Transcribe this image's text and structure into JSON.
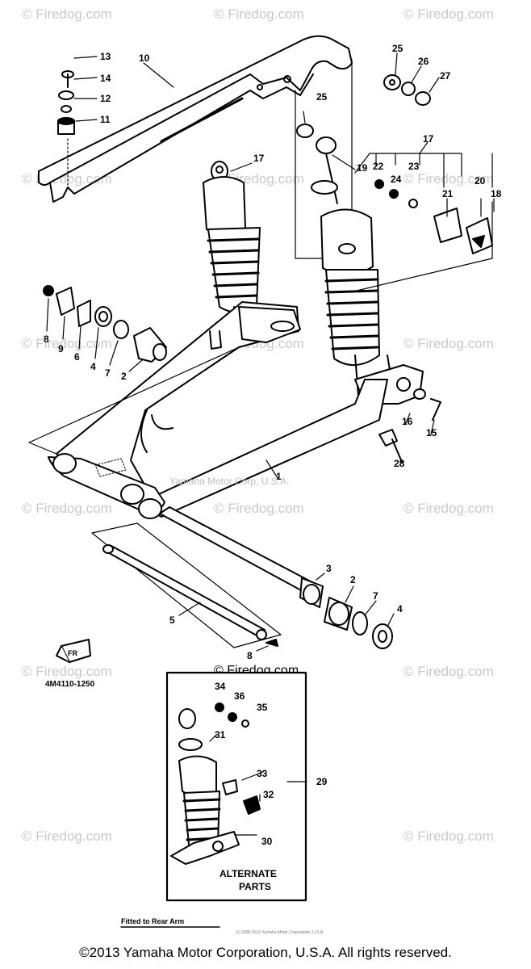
{
  "watermark_text": "© Firedog.com",
  "corp_watermark": "Yamaha Motor Corp, U.S.A.",
  "part_code": "4M4110-1250",
  "front_tag": "FR",
  "alternate_parts": [
    "ALTERNATE",
    "PARTS"
  ],
  "fitted_note": "Fitted to Rear Arm",
  "tiny_note": "(c) 2000-2013 Yamaha Motor Corporation, U.S.A.",
  "copyright": "©2013 Yamaha Motor Corporation, U.S.A. All rights reserved.",
  "callouts": {
    "c13": "13",
    "c14": "14",
    "c12": "12",
    "c11": "11",
    "c10": "10",
    "c25a": "25",
    "c26": "26",
    "c27": "27",
    "c25b": "25",
    "c17a": "17",
    "c17b": "17",
    "c19": "19",
    "c22": "22",
    "c24": "24",
    "c23": "23",
    "c21": "21",
    "c20": "20",
    "c18": "18",
    "c8a": "8",
    "c9": "9",
    "c6a": "6",
    "c4a": "4",
    "c7a": "7",
    "c2a": "2",
    "c16": "16",
    "c15": "15",
    "c28": "28",
    "c1": "1",
    "c3": "3",
    "c2b": "2",
    "c7b": "7",
    "c4b": "4",
    "c5": "5",
    "c8b": "8",
    "c34a": "34",
    "c36": "36",
    "c35": "35",
    "c31": "31",
    "c33": "33",
    "c32": "32",
    "c29": "29",
    "c30": "30"
  }
}
